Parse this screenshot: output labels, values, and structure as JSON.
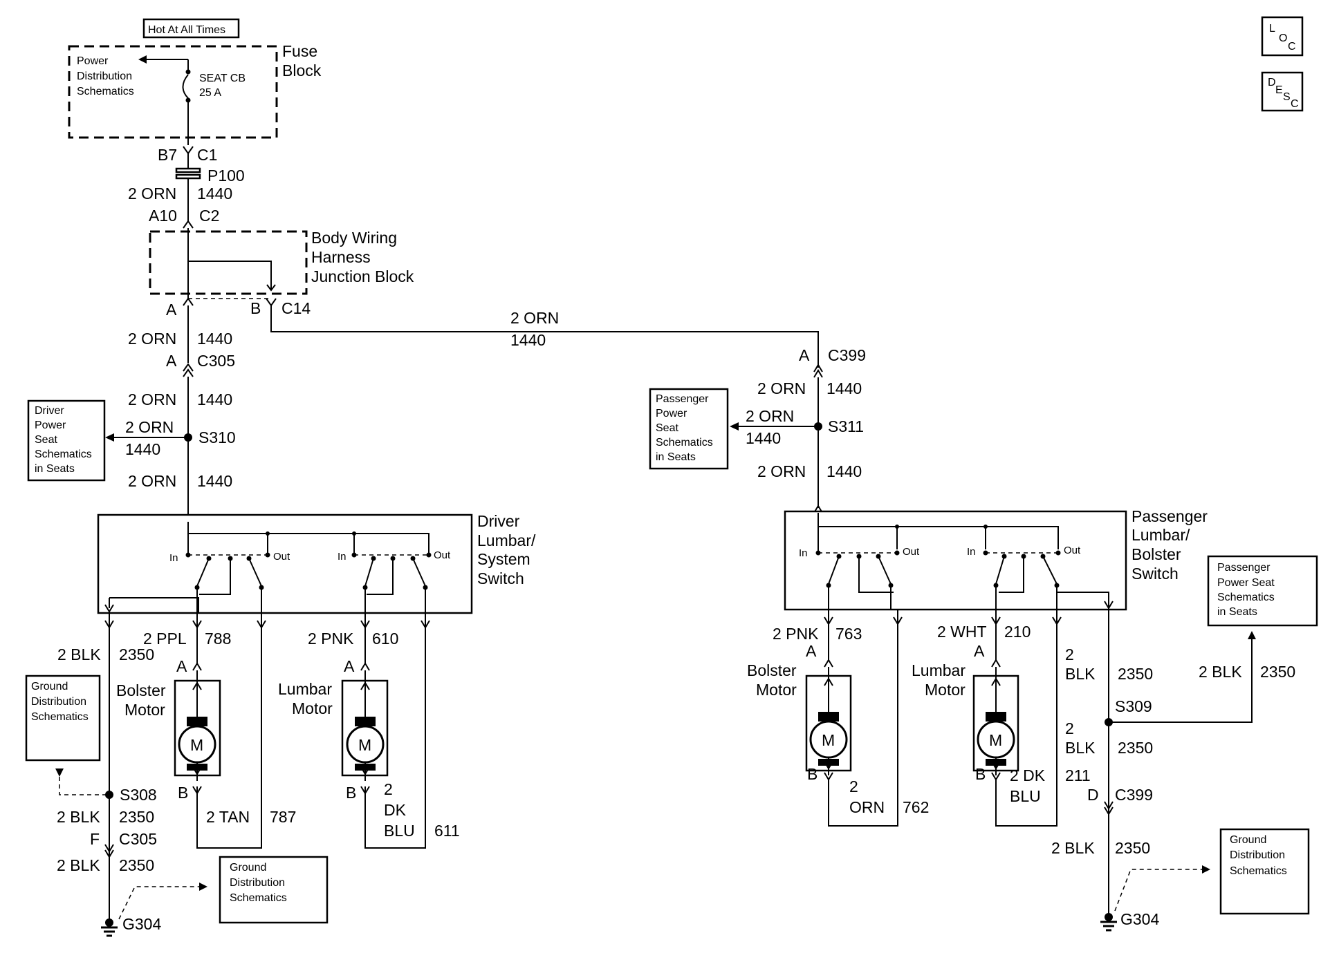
{
  "icons": {
    "loc": {
      "l1": "L",
      "l2": "O",
      "l3": "C"
    },
    "desc": {
      "l1": "D",
      "l2": "E",
      "l3": "S",
      "l4": "C"
    }
  },
  "top": {
    "hot_at_all_times": "Hot At All Times",
    "power_dist": [
      "Power",
      "Distribution",
      "Schematics"
    ],
    "seat_cb": "SEAT CB",
    "seat_cb_rating": "25 A",
    "fuse_block": [
      "Fuse",
      "Block"
    ],
    "b7": "B7",
    "c1": "C1",
    "p100": "P100",
    "wire_2orn": "2 ORN",
    "wire_1440": "1440",
    "a10": "A10",
    "c2": "C2",
    "body_wiring": [
      "Body Wiring",
      "Harness",
      "Junction Block"
    ],
    "pin_a": "A",
    "pin_b": "B",
    "c14": "C14"
  },
  "driver": {
    "c305": "C305",
    "pin_a": "A",
    "s310": "S310",
    "power_seat_ref": [
      "Driver",
      "Power",
      "Seat",
      "Schematics",
      "in Seats"
    ],
    "switch_label": [
      "Driver",
      "Lumbar/",
      "System",
      "Switch"
    ],
    "in_label": "In",
    "out_label": "Out",
    "blk": "2 BLK",
    "num_2350": "2350",
    "ppl": "2 PPL",
    "num_788": "788",
    "pnk": "2 PNK",
    "num_610": "610",
    "bolster_motor": [
      "Bolster",
      "Motor"
    ],
    "lumbar_motor": [
      "Lumbar",
      "Motor"
    ],
    "motor_m": "M",
    "tan": "2 TAN",
    "num_787": "787",
    "dkblu": [
      "2",
      "DK",
      "BLU"
    ],
    "num_611": "611",
    "ground_ref_1": [
      "Ground",
      "Distribution",
      "Schematics"
    ],
    "s308": "S308",
    "pin_f": "F",
    "ground_ref_2": [
      "Ground",
      "Distribution",
      "Schematics"
    ],
    "g304": "G304"
  },
  "passenger": {
    "c399": "C399",
    "pin_a": "A",
    "s311": "S311",
    "power_seat_ref": [
      "Passenger",
      "Power",
      "Seat",
      "Schematics",
      "in Seats"
    ],
    "switch_label": [
      "Passenger",
      "Lumbar/",
      "Bolster",
      "Switch"
    ],
    "in_label": "In",
    "out_label": "Out",
    "pnk": "2 PNK",
    "num_763": "763",
    "wht": "2 WHT",
    "num_210": "210",
    "bolster_motor": [
      "Bolster",
      "Motor"
    ],
    "lumbar_motor": [
      "Lumbar",
      "Motor"
    ],
    "motor_m": "M",
    "orn": [
      "2",
      "ORN"
    ],
    "num_762": "762",
    "dkblu": [
      "2 DK",
      "BLU"
    ],
    "num_211": "211",
    "blk_split": [
      "2",
      "BLK"
    ],
    "num_2350": "2350",
    "s309": "S309",
    "pin_d": "D",
    "c399b": "C399",
    "blk": "2 BLK",
    "power_seat_ref2": [
      "Passenger",
      "Power Seat",
      "Schematics",
      "in Seats"
    ],
    "ground_ref": [
      "Ground",
      "Distribution",
      "Schematics"
    ],
    "g304": "G304"
  },
  "junction_wire": {
    "label": "2 ORN",
    "num": "1440"
  }
}
